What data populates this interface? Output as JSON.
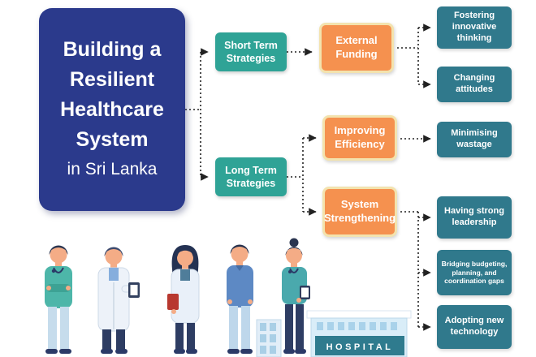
{
  "title": {
    "lines": [
      "Building a",
      "Resilient",
      "Healthcare",
      "System"
    ],
    "subtitle": "in Sri Lanka"
  },
  "strategies": [
    {
      "label": "Short Term Strategies"
    },
    {
      "label": "Long Term Strategies"
    }
  ],
  "focus_areas": [
    {
      "label": "External Funding"
    },
    {
      "label": "Improving Efficiency"
    },
    {
      "label": "System Strengthening"
    }
  ],
  "outcomes": [
    {
      "label": "Fostering innovative thinking"
    },
    {
      "label": "Changing attitudes"
    },
    {
      "label": "Minimising wastage"
    },
    {
      "label": "Having strong leadership"
    },
    {
      "label": "Bridging budgeting, planning, and coordination gaps"
    },
    {
      "label": "Adopting new technology"
    }
  ],
  "hospital": {
    "sign": "HOSPITAL"
  },
  "colors": {
    "title_bg": "#2b3a8c",
    "strategy_bg": "#2fa396",
    "focus_bg": "#f5914f",
    "focus_border": "#f3e3ae",
    "outcome_bg": "#30798c",
    "arrow": "#222222",
    "hospital_banner": "#2f7b8e"
  }
}
